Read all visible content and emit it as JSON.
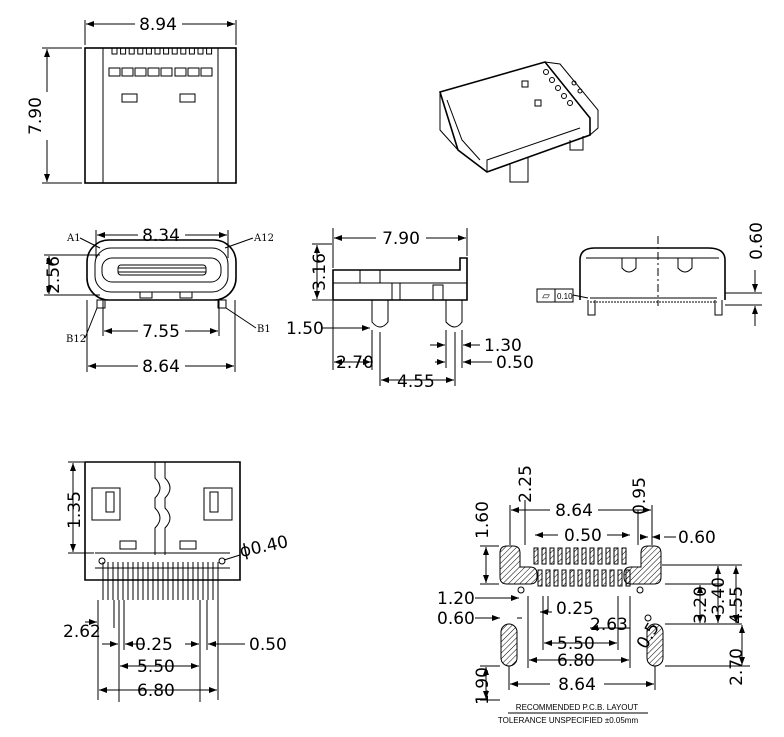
{
  "top_view": {
    "width": "8.94",
    "height": "7.90"
  },
  "front_view": {
    "pin_a1": "A1",
    "pin_a12": "A12",
    "pin_b12": "B12",
    "pin_b1": "B1",
    "opening_width": "8.34",
    "opening_height": "2.56",
    "inner_width": "7.55",
    "overall_width": "8.64"
  },
  "side_view": {
    "length": "7.90",
    "height": "3.16",
    "leg_height": "1.50",
    "d_270": "2.70",
    "d_455": "4.55",
    "d_130": "1.30",
    "d_050": "0.50"
  },
  "rear_view": {
    "flatness_symbol": "▱",
    "flatness": "0.10",
    "height": "0.60"
  },
  "bottom_view": {
    "d_135": "1.35",
    "hole_dia": "ϕ0.40",
    "d_262": "2.62",
    "pitch": "0.25",
    "d_050": "0.50",
    "span_550": "5.50",
    "span_680": "6.80"
  },
  "pcb_layout": {
    "d_225": "2.25",
    "d_864_top": "8.64",
    "d_095": "0.95",
    "d_160": "1.60",
    "d_050": "0.50",
    "d_060_right": "0.60",
    "d_120": "1.20",
    "d_025": "0.25",
    "d_060_left": "0.60",
    "d_263": "2.63",
    "d_320": "3.20",
    "d_340": "3.40",
    "d_455": "4.55",
    "d_550": "5.50",
    "d_680": "6.80",
    "d_190": "1.90",
    "d_864_bottom": "8.64",
    "d_270": "2.70",
    "d_05": "0.5",
    "title": "RECOMMENDED  P.C.B.  LAYOUT",
    "tolerance": "TOLERANCE  UNSPECIFIED  ±0.05mm"
  }
}
